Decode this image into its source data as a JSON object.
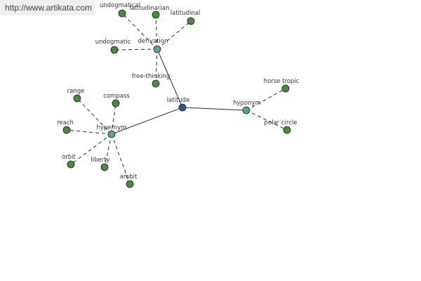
{
  "banner": {
    "url": "http://www.artikata.com"
  },
  "colors": {
    "root": "#3a4f8c",
    "hub": "#5a9e9e",
    "leaf": "#4a8a3c",
    "edge": "#2b2b2b"
  },
  "graph": {
    "nodes": [
      {
        "id": "latitude",
        "label": "latitude",
        "kind": "root"
      },
      {
        "id": "derivation",
        "label": "derivation",
        "kind": "hub"
      },
      {
        "id": "hypernym",
        "label": "hypernym",
        "kind": "hub"
      },
      {
        "id": "hyponym",
        "label": "hyponym",
        "kind": "hub"
      },
      {
        "id": "undogmatical",
        "label": "undogmatical",
        "kind": "leaf"
      },
      {
        "id": "latitudinarian",
        "label": "latitudinarian",
        "kind": "leaf"
      },
      {
        "id": "latitudinal",
        "label": "latitudinal",
        "kind": "leaf"
      },
      {
        "id": "undogmatic",
        "label": "undogmatic",
        "kind": "leaf"
      },
      {
        "id": "free-thinking",
        "label": "free-thinking",
        "kind": "leaf"
      },
      {
        "id": "range",
        "label": "range",
        "kind": "leaf"
      },
      {
        "id": "compass",
        "label": "compass",
        "kind": "leaf"
      },
      {
        "id": "reach",
        "label": "reach",
        "kind": "leaf"
      },
      {
        "id": "orbit",
        "label": "orbit",
        "kind": "leaf"
      },
      {
        "id": "liberty",
        "label": "liberty",
        "kind": "leaf"
      },
      {
        "id": "ambit",
        "label": "ambit",
        "kind": "leaf"
      },
      {
        "id": "horse-tropic",
        "label": "horse tropic",
        "kind": "leaf"
      },
      {
        "id": "polar-circle",
        "label": "polar circle",
        "kind": "leaf"
      }
    ],
    "edges": [
      {
        "from": "latitude",
        "to": "derivation",
        "style": "solid"
      },
      {
        "from": "latitude",
        "to": "hypernym",
        "style": "solid"
      },
      {
        "from": "latitude",
        "to": "hyponym",
        "style": "solid"
      },
      {
        "from": "derivation",
        "to": "undogmatical",
        "style": "dashed"
      },
      {
        "from": "derivation",
        "to": "latitudinarian",
        "style": "dashed"
      },
      {
        "from": "derivation",
        "to": "latitudinal",
        "style": "dashed"
      },
      {
        "from": "derivation",
        "to": "undogmatic",
        "style": "dashed"
      },
      {
        "from": "derivation",
        "to": "free-thinking",
        "style": "dashed"
      },
      {
        "from": "hypernym",
        "to": "range",
        "style": "dashed"
      },
      {
        "from": "hypernym",
        "to": "compass",
        "style": "dashed"
      },
      {
        "from": "hypernym",
        "to": "reach",
        "style": "dashed"
      },
      {
        "from": "hypernym",
        "to": "orbit",
        "style": "dashed"
      },
      {
        "from": "hypernym",
        "to": "liberty",
        "style": "dashed"
      },
      {
        "from": "hypernym",
        "to": "ambit",
        "style": "dashed"
      },
      {
        "from": "hyponym",
        "to": "horse-tropic",
        "style": "dashed"
      },
      {
        "from": "hyponym",
        "to": "polar-circle",
        "style": "dashed"
      }
    ]
  }
}
